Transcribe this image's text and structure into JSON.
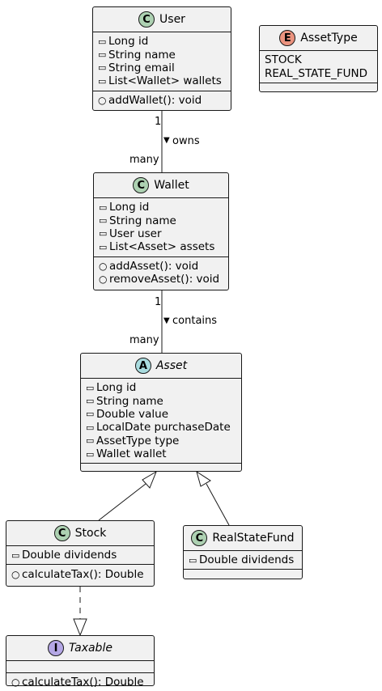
{
  "classes": {
    "user": {
      "name": "User",
      "stereotype": "C",
      "attributes": [
        "Long id",
        "String name",
        "String email",
        "List<Wallet> wallets"
      ],
      "methods": [
        "addWallet(): void"
      ]
    },
    "asset_type": {
      "name": "AssetType",
      "stereotype": "E",
      "values": [
        "STOCK",
        "REAL_STATE_FUND"
      ]
    },
    "wallet": {
      "name": "Wallet",
      "stereotype": "C",
      "attributes": [
        "Long id",
        "String name",
        "User user",
        "List<Asset> assets"
      ],
      "methods": [
        "addAsset(): void",
        "removeAsset(): void"
      ]
    },
    "asset": {
      "name": "Asset",
      "stereotype": "A",
      "attributes": [
        "Long id",
        "String name",
        "Double value",
        "LocalDate purchaseDate",
        "AssetType type",
        "Wallet wallet"
      ],
      "methods": []
    },
    "stock": {
      "name": "Stock",
      "stereotype": "C",
      "attributes": [
        "Double dividends"
      ],
      "methods": [
        "calculateTax(): Double"
      ]
    },
    "real_state_fund": {
      "name": "RealStateFund",
      "stereotype": "C",
      "attributes": [
        "Double dividends"
      ],
      "methods": []
    },
    "taxable": {
      "name": "Taxable",
      "stereotype": "I",
      "attributes": [],
      "methods": [
        "calculateTax(): Double"
      ]
    }
  },
  "relations": {
    "owns": {
      "label": "owns",
      "arrow": "▼",
      "from_mult": "1",
      "to_mult": "many"
    },
    "contains": {
      "label": "contains",
      "arrow": "▼",
      "from_mult": "1",
      "to_mult": "many"
    }
  },
  "symbols": {
    "private": "▭",
    "public": "○"
  },
  "colors": {
    "class_badge": "#add1b2",
    "abstract_badge": "#a9dcdf",
    "enum_badge": "#eb937f",
    "interface_badge": "#b4a7e5",
    "box_fill": "#f1f1f1",
    "line": "#181818"
  }
}
